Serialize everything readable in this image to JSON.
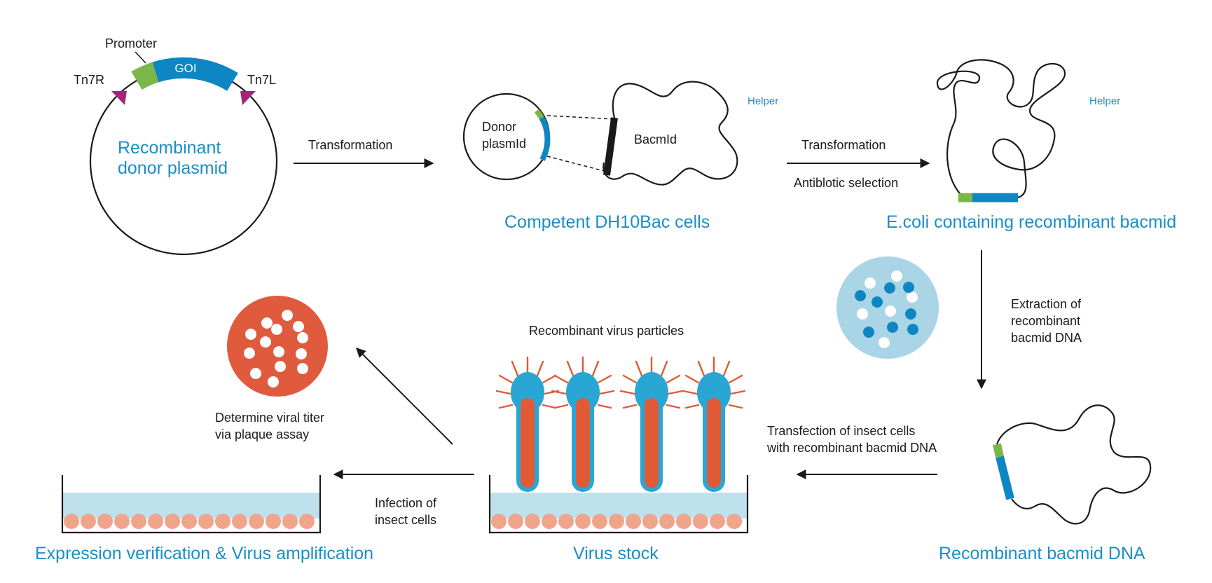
{
  "colors": {
    "blue_text": "#1b8ec8",
    "segment_blue": "#0e86c4",
    "segment_green": "#7ab648",
    "tn7_marker": "#a4267a",
    "virus_red": "#e05a36",
    "virus_shell": "#29a6d3",
    "medium": "#bfe1ee",
    "cells": "#f0a48a",
    "plate_light": "#a9d5e6",
    "plaque_plate": "#e05a3e"
  },
  "plasmid": {
    "promoter": "Promoter",
    "goi": "GOI",
    "tn7r": "Tn7R",
    "tn7l": "Tn7L",
    "title_line1": "Recombinant",
    "title_line2": "donor plasmid"
  },
  "step1": {
    "arrow_label": "Transformation"
  },
  "competent": {
    "donor_line1": "Donor",
    "donor_line2": "plasmId",
    "bacmid": "BacmId",
    "helper": "Helper",
    "caption": "Competent DH10Bac cells"
  },
  "step2": {
    "arrow_label": "Transformation",
    "arrow_sublabel": "Antiblotic selection"
  },
  "ecoli": {
    "helper": "Helper",
    "caption": "E.coli containing recombinant bacmid"
  },
  "step3": {
    "line1": "Extraction of",
    "line2": "recombinant",
    "line3": "bacmid DNA"
  },
  "bacmid_dna": {
    "caption": "Recombinant bacmid DNA"
  },
  "step4": {
    "line1": "Transfection of insect cells",
    "line2": "with recombinant bacmid DNA"
  },
  "virus": {
    "particles_label": "Recombinant virus particles",
    "caption": "Virus stock"
  },
  "step5": {
    "line1": "Infection of",
    "line2": "insect cells"
  },
  "plaque": {
    "line1": "Determine viral titer",
    "line2": "via plaque assay"
  },
  "expression": {
    "caption": "Expression verification & Virus amplification"
  }
}
